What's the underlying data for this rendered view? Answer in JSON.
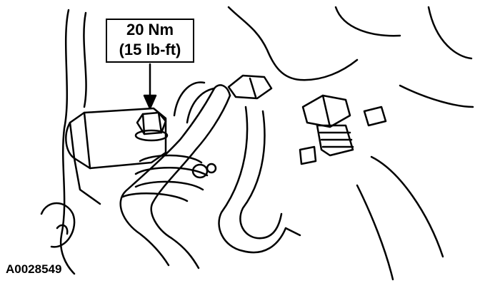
{
  "callout": {
    "torque_metric": "20 Nm",
    "torque_imperial": "(15 lb-ft)"
  },
  "figure": {
    "id": "A0028549"
  },
  "colors": {
    "line": "#000000",
    "background": "#ffffff"
  }
}
